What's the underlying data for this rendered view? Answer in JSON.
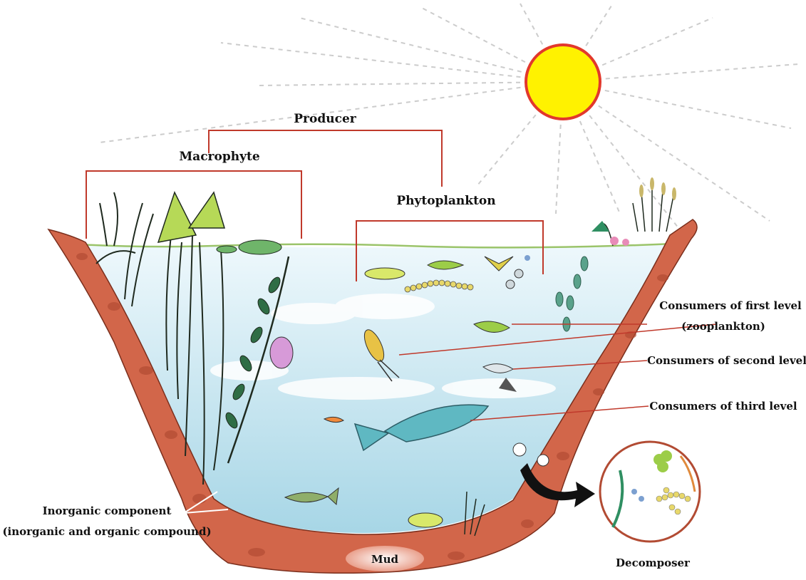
{
  "labels": {
    "producer": "Producer",
    "macrophyte": "Macrophyte",
    "phytoplankton": "Phytoplankton",
    "consumers_first": "Consumers of first level",
    "zooplankton": "(zooplankton)",
    "consumers_second": "Consumers of second level",
    "consumers_third": "Consumers of third level",
    "inorganic_line1": "Inorganic component",
    "inorganic_line2": "(inorganic and organic compound)",
    "mud": "Mud",
    "decomposer": "Decomposer"
  },
  "colors": {
    "sun_fill": "#fff200",
    "sun_stroke": "#e2382c",
    "bracket_line": "#c0392b",
    "soil": "#d2664a",
    "soil_dark": "#b24b33",
    "water_top": "#eaf6fb",
    "water_bottom": "#a9d8e8",
    "water_surface": "#9bc46a",
    "fish": "#5fb8c2",
    "plant_dark": "#1f2a1f",
    "plant_green": "#9acd48"
  }
}
